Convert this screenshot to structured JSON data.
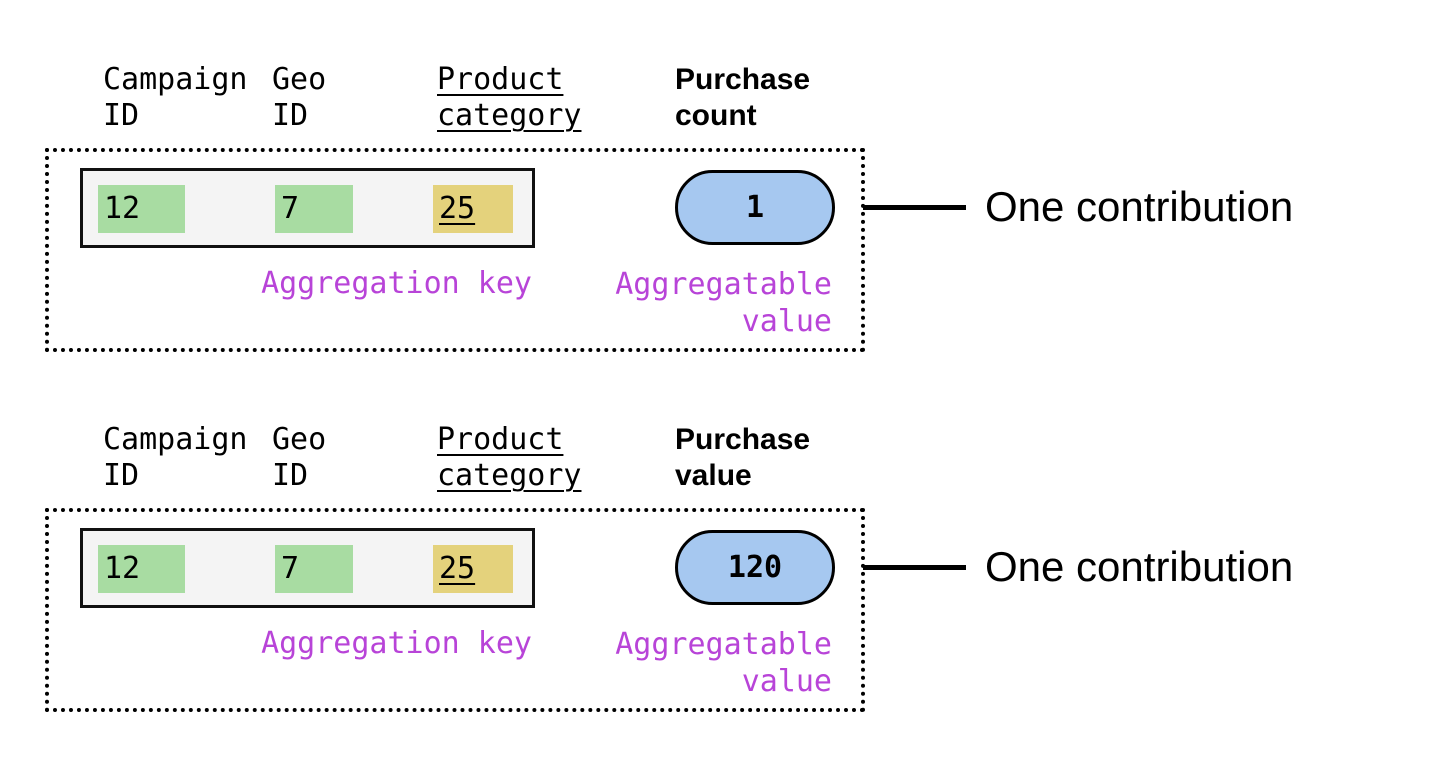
{
  "colors": {
    "green_highlight": "#a8dca2",
    "yellow_highlight": "#e4d27c",
    "blue_pill": "#a6c8f0",
    "purple_label": "#b844d8",
    "row_bg": "#f4f4f4"
  },
  "contributions": [
    {
      "headers": {
        "campaign": "Campaign\nID",
        "geo": "Geo\nID",
        "product": "Product\ncategory",
        "value": "Purchase\ncount"
      },
      "row": {
        "campaign_id": "12",
        "geo_id": "7",
        "product_category": "25"
      },
      "aggregatable_value": "1",
      "labels": {
        "aggregation_key": "Aggregation key",
        "aggregatable_value": "Aggregatable\nvalue",
        "contribution": "One contribution"
      }
    },
    {
      "headers": {
        "campaign": "Campaign\nID",
        "geo": "Geo\nID",
        "product": "Product\ncategory",
        "value": "Purchase\nvalue"
      },
      "row": {
        "campaign_id": "12",
        "geo_id": "7",
        "product_category": "25"
      },
      "aggregatable_value": "120",
      "labels": {
        "aggregation_key": "Aggregation key",
        "aggregatable_value": "Aggregatable\nvalue",
        "contribution": "One contribution"
      }
    }
  ]
}
